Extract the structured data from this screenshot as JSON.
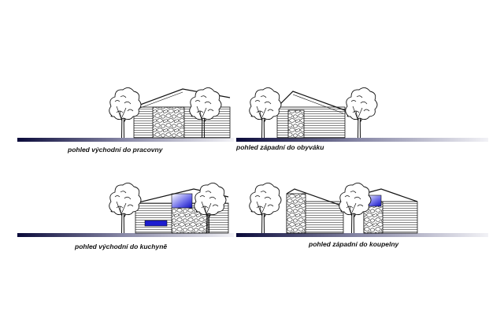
{
  "captions": {
    "east_study": "pohled východní do pracovny",
    "west_living": "pohled západní do obyváku",
    "east_kitchen": "pohled východní do kuchyně",
    "west_bathroom": "pohled západní do koupelny"
  },
  "colors": {
    "ground_dark": "#0a0a3a",
    "ground_light": "#e8e8f0",
    "line": "#111111",
    "glass_blue": "#1c1cd0"
  }
}
